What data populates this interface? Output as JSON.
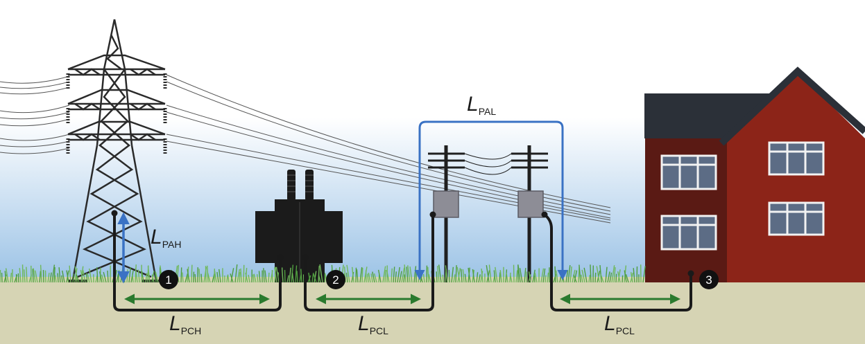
{
  "labels": {
    "pah": {
      "symbol": "L",
      "sub": "PAH"
    },
    "pch": {
      "symbol": "L",
      "sub": "PCH"
    },
    "pal": {
      "symbol": "L",
      "sub": "PAL"
    },
    "pcl_1": {
      "symbol": "L",
      "sub": "PCL"
    },
    "pcl_2": {
      "symbol": "L",
      "sub": "PCL"
    }
  },
  "markers": [
    "1",
    "2",
    "3"
  ],
  "colors": {
    "sky_top": "#ffffff",
    "sky_bottom": "#9cc3e6",
    "ground": "#d6d4b4",
    "grass": "#4f9e3f",
    "tower": "#2a2a2a",
    "transformer": "#1b1b1b",
    "cable": "#1a1a1a",
    "air_path": "#3a72c4",
    "ground_path": "#2a7a2e",
    "house_wall": "#8c2418",
    "house_wall_shadow": "#5a1a14",
    "house_roof": "#2b3038",
    "window_frame": "#f2f2f2",
    "window_glass": "#5c6c85",
    "meter_box": "#8d8d96"
  },
  "icons": [
    "pylon-icon",
    "transformer-icon",
    "utility-pole-icon",
    "house-icon",
    "grass-icon"
  ]
}
